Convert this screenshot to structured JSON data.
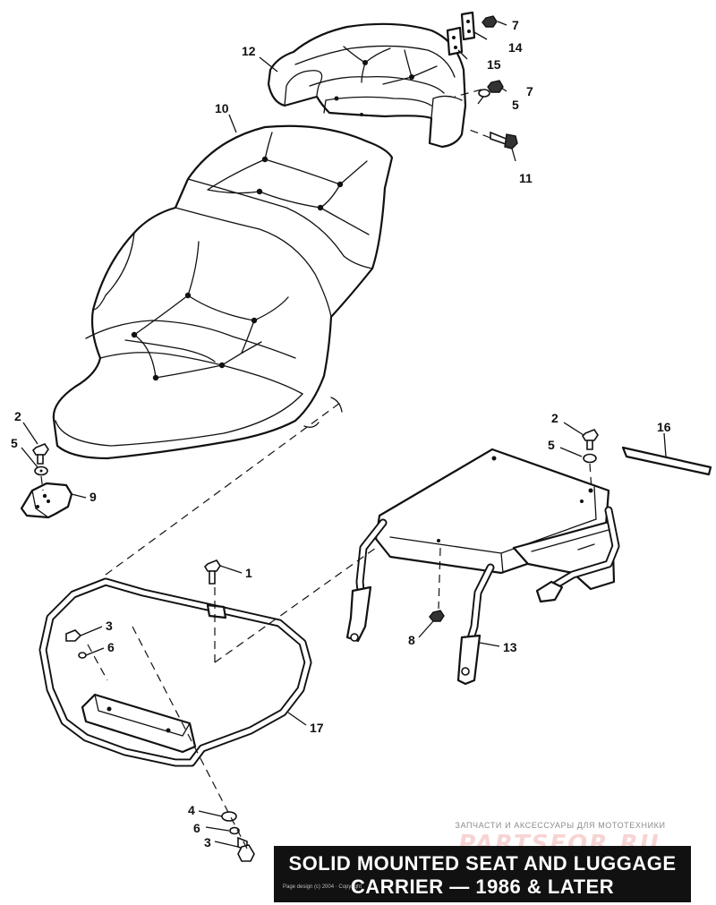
{
  "diagram": {
    "title_line1": "SOLID MOUNTED SEAT AND LUGGAGE",
    "title_line2": "CARRIER — 1986 & LATER",
    "watermark_text": "ЗАПЧАСТИ И АКСЕССУАРЫ ДЛЯ МОТОТЕХНИКИ",
    "watermark_logo": "PARTSFOR.RU",
    "copyright_text": "Page design (c) 2004 · Copyright",
    "callouts": {
      "c1": "1",
      "c2a": "2",
      "c2b": "2",
      "c3a": "3",
      "c3b": "3",
      "c4": "4",
      "c5a": "5",
      "c5b": "5",
      "c5c": "5",
      "c6a": "6",
      "c6b": "6",
      "c7a": "7",
      "c7b": "7",
      "c8": "8",
      "c9": "9",
      "c10": "10",
      "c11": "11",
      "c12": "12",
      "c13": "13",
      "c14": "14",
      "c15": "15",
      "c16": "16",
      "c17": "17"
    }
  }
}
